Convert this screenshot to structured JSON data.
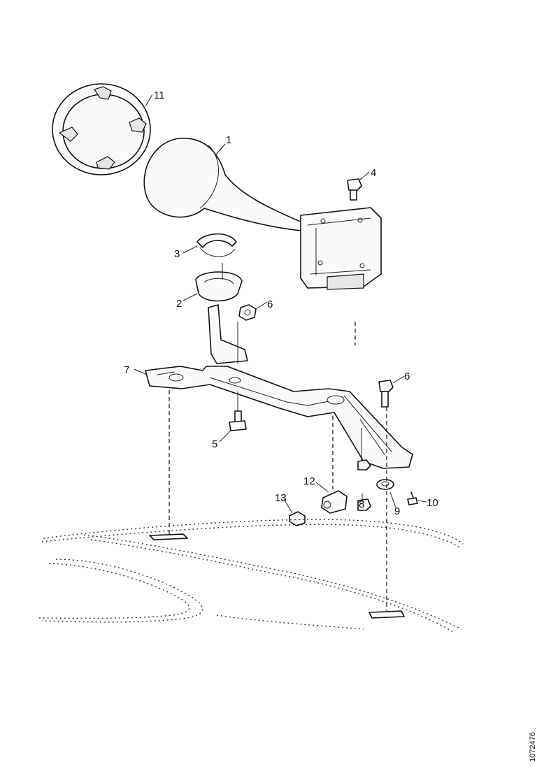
{
  "labels": {
    "p1": "1",
    "p2": "2",
    "p3": "3",
    "p4": "4",
    "p5": "5",
    "p6a": "6",
    "p6b": "6",
    "p7": "7",
    "p8": "8",
    "p9": "9",
    "p10": "10",
    "p11": "11",
    "p12": "12",
    "p13": "13"
  },
  "document_id": "1072476"
}
